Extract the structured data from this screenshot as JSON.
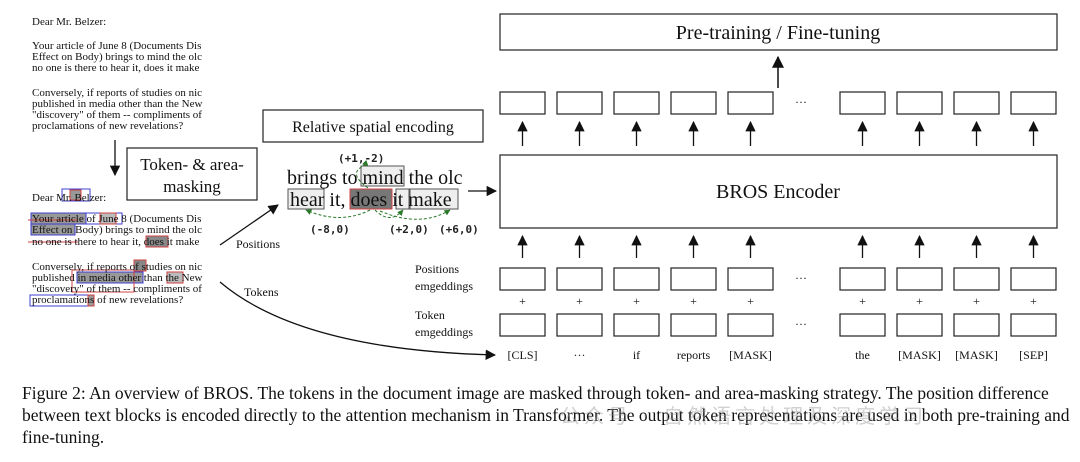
{
  "document_original": {
    "salutation": "Dear Mr. Belzer:",
    "para1": [
      "Your article of June 8 (Documents Dis",
      "Effect on Body) brings to mind the olc",
      "no one is there to hear it, does it make"
    ],
    "para2": [
      "Conversely, if reports of studies on nic",
      "published in media other than the New",
      "\"discovery\" of them -- compliments of",
      "proclamations of new revelations?"
    ]
  },
  "masking_box": {
    "line1": "Token- & area-",
    "line2": "masking"
  },
  "relative_box": {
    "label": "Relative spatial encoding"
  },
  "spatial_example": {
    "line1": "brings to mind the olc",
    "line2": "hear it, does it make",
    "offsets": [
      "(+1,-2)",
      "(-8,0)",
      "(+2,0)",
      "(+6,0)"
    ]
  },
  "flow_labels": {
    "positions": "Positions",
    "tokens": "Tokens"
  },
  "pretrain_box": {
    "label": "Pre-training / Fine-tuning"
  },
  "encoder_box": {
    "label": "BROS Encoder"
  },
  "embedding_labels": {
    "positions": [
      "Positions",
      "emgeddings"
    ],
    "tokens": [
      "Token",
      "emgeddings"
    ],
    "plus": "+",
    "ellipsis": "···"
  },
  "tokens": [
    "[CLS]",
    "···",
    "if",
    "reports",
    "[MASK]",
    "the",
    "[MASK]",
    "[MASK]",
    "[SEP]"
  ],
  "caption": "Figure 2: An overview of BROS. The tokens in the document image are masked through token- and area-masking strategy. The position difference between text blocks is encoded directly to the attention mechanism in Transformer. The output token representations are used in both pre-training and fine-tuning.",
  "watermark": "公众号 · 自然语言处理及深度学习",
  "colors": {
    "mask_red": "#d04040",
    "area_blue": "#4040d0",
    "mask_fill": "#777777",
    "relative_green": "#2a7a2a"
  }
}
